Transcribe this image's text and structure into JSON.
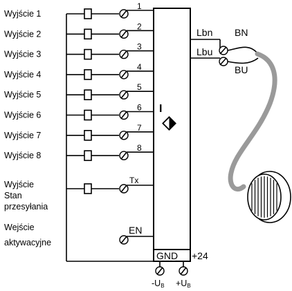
{
  "outputs": [
    {
      "label": "Wyjście 1",
      "pin": "1"
    },
    {
      "label": "Wyjście 2",
      "pin": "2"
    },
    {
      "label": "Wyjście 3",
      "pin": "3"
    },
    {
      "label": "Wyjście 4",
      "pin": "4"
    },
    {
      "label": "Wyjście 5",
      "pin": "5"
    },
    {
      "label": "Wyjście 6",
      "pin": "6"
    },
    {
      "label": "Wyjście 7",
      "pin": "7"
    },
    {
      "label": "Wyjście 8",
      "pin": "8"
    }
  ],
  "transmission": {
    "label_lines": [
      "Wyjście",
      "Stan",
      "przesyłania"
    ],
    "pin": "Tx"
  },
  "enable": {
    "label_lines": [
      "Wejście",
      "aktywacyjne"
    ],
    "pin": "EN"
  },
  "device_symbol": "I",
  "power": {
    "gnd": "GND",
    "plus24": "+24",
    "minus_label": "-U",
    "plus_label": "+U",
    "subscript": "B"
  },
  "cable": {
    "lbn": "Lbn",
    "lbu": "Lbu",
    "bn": "BN",
    "bu": "BU"
  }
}
